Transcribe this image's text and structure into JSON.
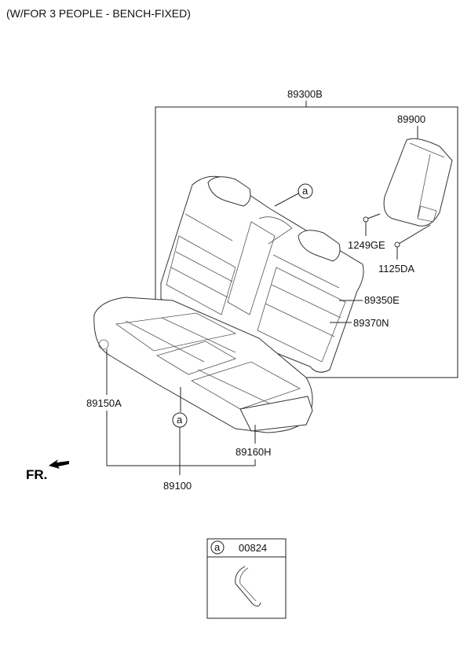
{
  "header": {
    "title": "(W/FOR 3 PEOPLE - BENCH-FIXED)"
  },
  "parts": {
    "p89300B": "89300B",
    "p89900": "89900",
    "p1249GE": "1249GE",
    "p1125DA": "1125DA",
    "p89350E": "89350E",
    "p89370N": "89370N",
    "p89150A": "89150A",
    "p89160H": "89160H",
    "p89100": "89100"
  },
  "markers": {
    "callout": "a"
  },
  "direction": {
    "label": "FR."
  },
  "legend_box": {
    "marker": "a",
    "part": "00824"
  }
}
